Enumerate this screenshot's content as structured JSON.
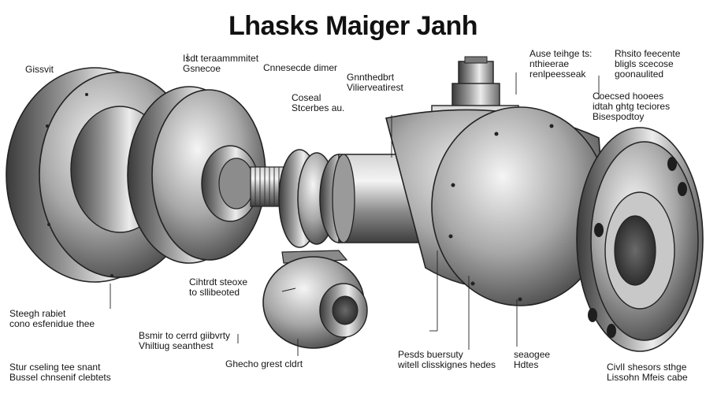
{
  "title": "Lhasks Maiger Janh",
  "labels": {
    "l1": [
      "Gissvit"
    ],
    "l2": [
      "Isdt teraammmitet",
      "Gsnecoe"
    ],
    "l3": [
      "Cnnesecde dimer"
    ],
    "l4": [
      "Gnnthedbrt",
      "Vilierveatirest"
    ],
    "l5": [
      "Ause teihge ts:",
      "nthieerae",
      "renlpeesseak"
    ],
    "l6": [
      "Rhsito feecente",
      "bligls scecose",
      "goonaulited"
    ],
    "l7": [
      "Coseal",
      "Stcerbes au."
    ],
    "l8": [
      "Coecsed hooees",
      "idtah ghtg teciores",
      "Bisespodtoy"
    ],
    "l9": [
      "Cihtrdt steoxe",
      "to sllibeoted"
    ],
    "l10": [
      "Steegh rabiet",
      "cono esfenidue thee"
    ],
    "l11": [
      "Bsmir to cerrd giibvrty",
      "Vhiltiug seanthest"
    ],
    "l12": [
      "Ghecho grest cldrt"
    ],
    "l13": [
      "Stur cseling tee snant",
      "Bussel chnsenif clebtets"
    ],
    "l14": [
      "Pesds buersuty",
      "witell clisskignes hedes"
    ],
    "l15": [
      "seaogee",
      "Hdtes"
    ],
    "l16": [
      "CivlI shesors sthge",
      "Lissohn Mfeis cabe"
    ]
  }
}
